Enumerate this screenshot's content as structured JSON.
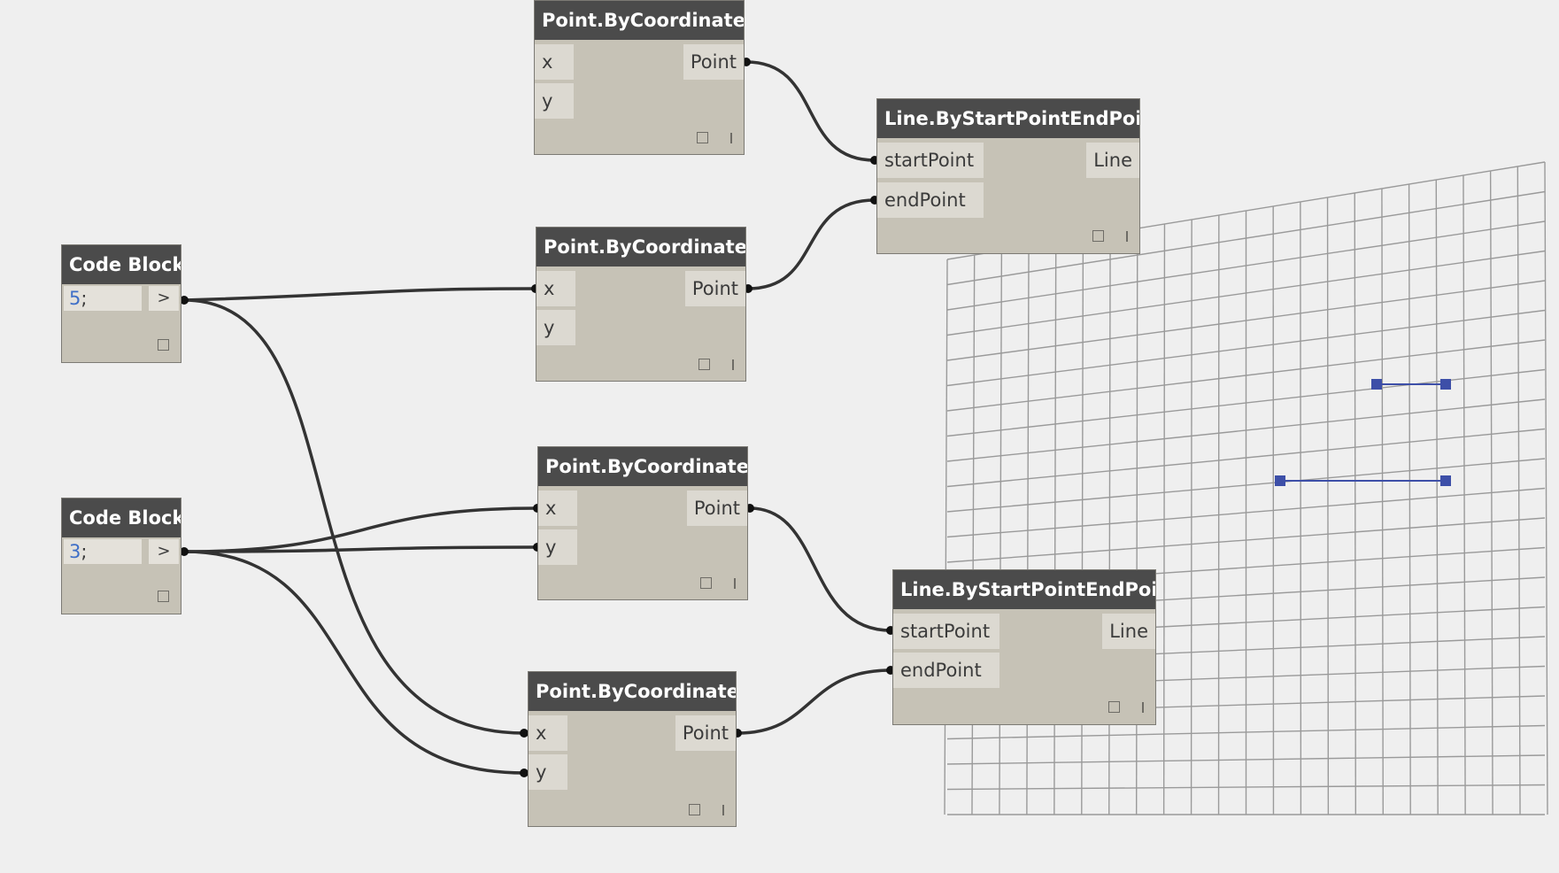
{
  "code_blocks": [
    {
      "title": "Code Block",
      "value": "5",
      "suffix": ";",
      "output": ">"
    },
    {
      "title": "Code Block",
      "value": "3",
      "suffix": ";",
      "output": ">"
    }
  ],
  "point_nodes": [
    {
      "title": "Point.ByCoordinates",
      "input_x": "x",
      "input_y": "y",
      "output": "Point"
    },
    {
      "title": "Point.ByCoordinates",
      "input_x": "x",
      "input_y": "y",
      "output": "Point"
    },
    {
      "title": "Point.ByCoordinates",
      "input_x": "x",
      "input_y": "y",
      "output": "Point"
    },
    {
      "title": "Point.ByCoordinates",
      "input_x": "x",
      "input_y": "y",
      "output": "Point"
    }
  ],
  "line_nodes": [
    {
      "title": "Line.ByStartPointEndPoint",
      "input_start": "startPoint",
      "input_end": "endPoint",
      "output": "Line"
    },
    {
      "title": "Line.ByStartPointEndPoint",
      "input_start": "startPoint",
      "input_end": "endPoint",
      "output": "Line"
    }
  ],
  "colors": {
    "wire": "#333333",
    "node_header": "#4b4b4b",
    "node_body": "#c6c2b6",
    "grid_line": "#9a9a9a",
    "preview_geometry": "#3d4fa8"
  }
}
